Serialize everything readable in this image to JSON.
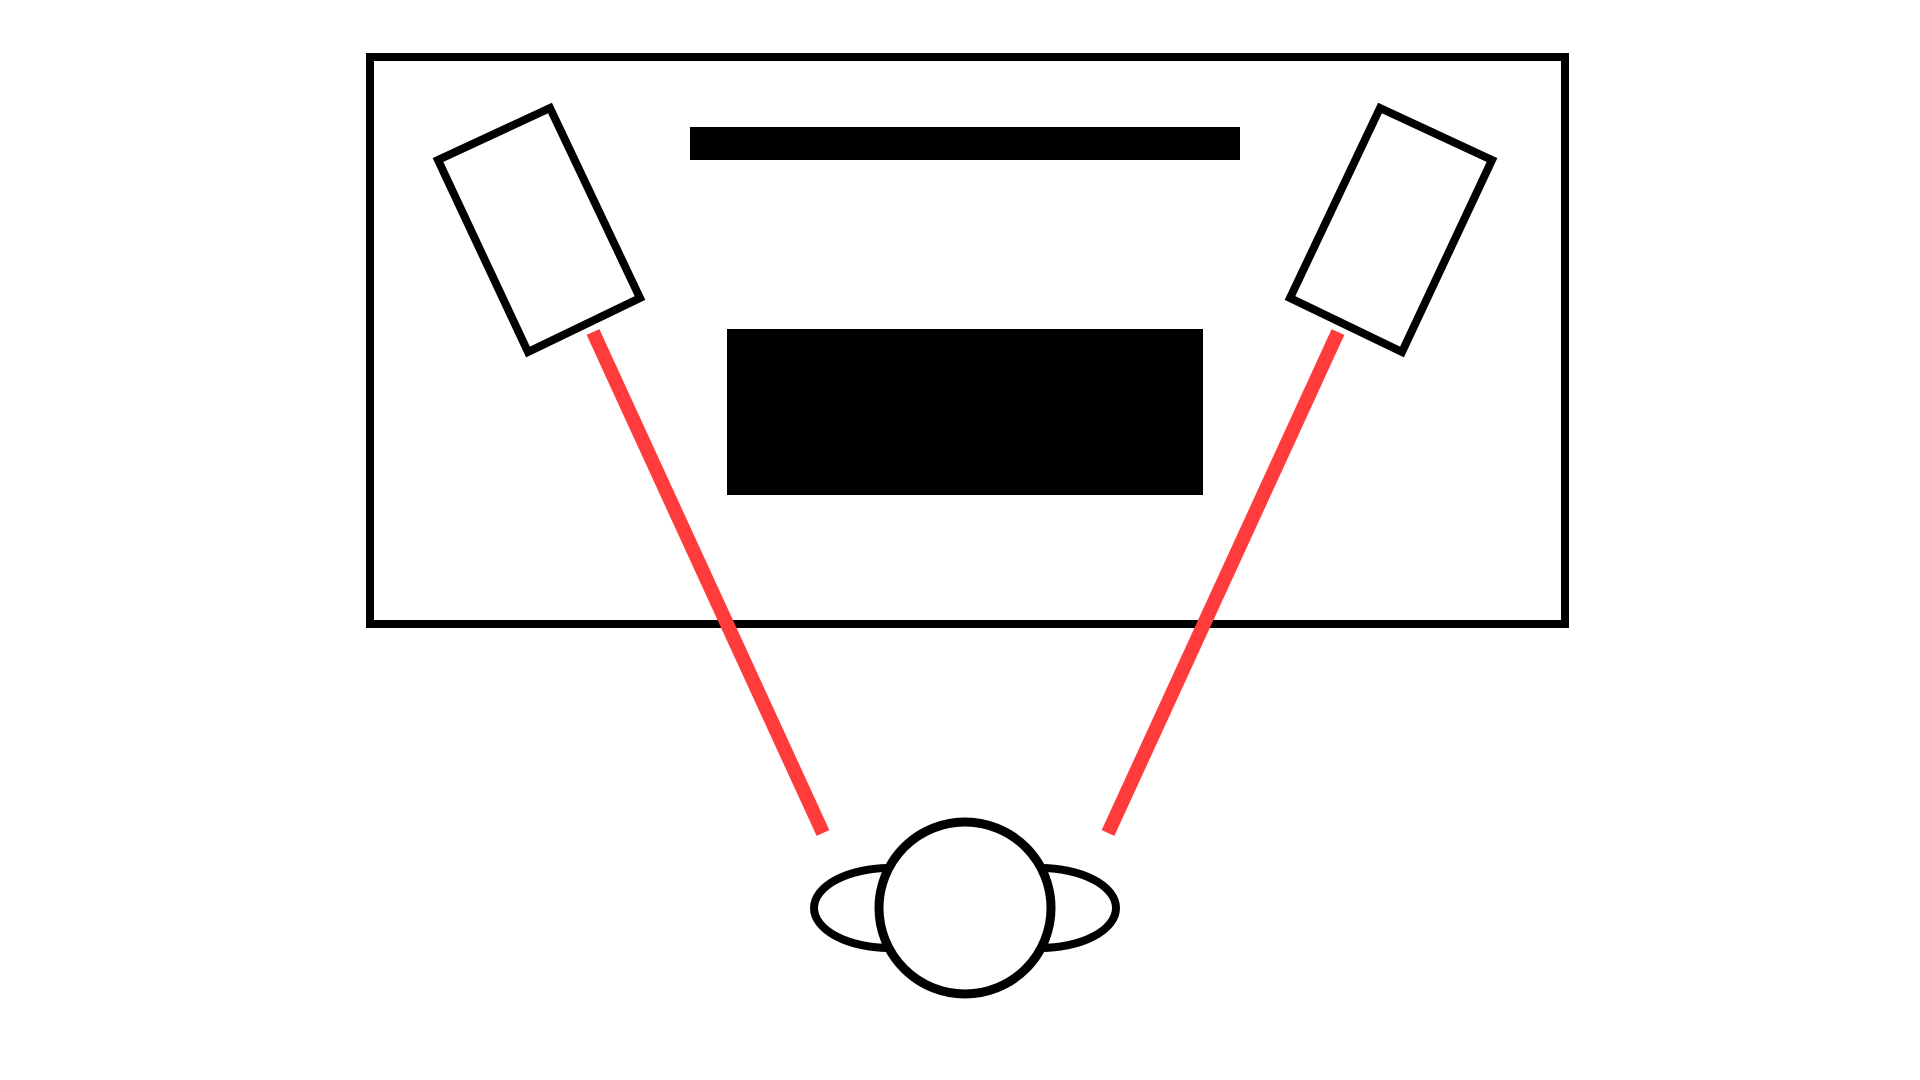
{
  "diagram": {
    "kind": "stereo-listening-setup-top-view",
    "colors": {
      "background": "#ffffff",
      "outline": "#000000",
      "sight_line": "#ff3b3b"
    },
    "elements": {
      "room": "room-outline",
      "upper_bar": "screen-bar",
      "lower_block": "media-console-block",
      "left_speaker": "left-speaker-icon",
      "right_speaker": "right-speaker-icon",
      "listener": "listener-head-icon",
      "left_sight_line": "left-sight-line",
      "right_sight_line": "right-sight-line"
    }
  }
}
